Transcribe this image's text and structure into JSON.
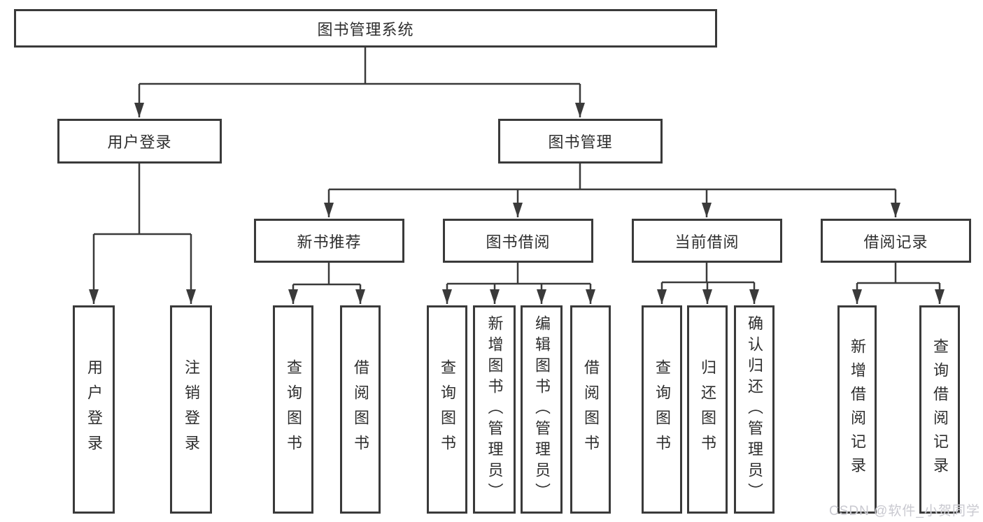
{
  "diagram": {
    "root": {
      "label": "图书管理系统"
    },
    "level2": [
      {
        "label": "用户登录"
      },
      {
        "label": "图书管理"
      }
    ],
    "level3": [
      {
        "label": "新书推荐"
      },
      {
        "label": "图书借阅"
      },
      {
        "label": "当前借阅"
      },
      {
        "label": "借阅记录"
      }
    ],
    "leaves": {
      "user_login": [
        {
          "label": "用户登录"
        },
        {
          "label": "注销登录"
        }
      ],
      "new_book_recommendation": [
        {
          "label": "查询图书"
        },
        {
          "label": "借阅图书"
        }
      ],
      "book_borrowing": [
        {
          "label": "查询图书"
        },
        {
          "label": "新增图书（管理员）"
        },
        {
          "label": "编辑图书（管理员）"
        },
        {
          "label": "借阅图书"
        }
      ],
      "current_borrowing": [
        {
          "label": "查询图书"
        },
        {
          "label": "归还图书"
        },
        {
          "label": "确认归还（管理员）"
        }
      ],
      "borrowing_records": [
        {
          "label": "新增借阅记录"
        },
        {
          "label": "查询借阅记录"
        }
      ]
    }
  },
  "watermark": {
    "text": "CSDN @软件_小贺同学"
  },
  "colors": {
    "line": "#3a3a3a",
    "box_border": "#3a3a3a",
    "text": "#2e2e2e",
    "background": "#ffffff",
    "watermark": "#c9c9d0"
  }
}
